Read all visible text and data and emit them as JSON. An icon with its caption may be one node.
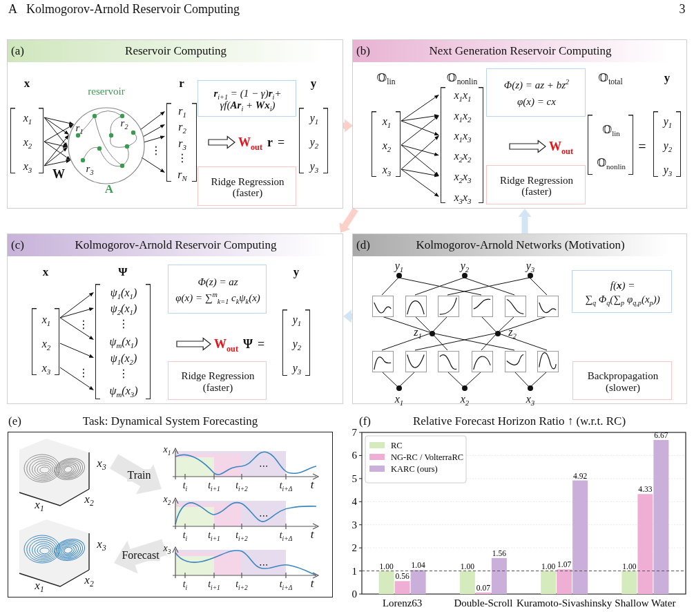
{
  "diagram": {
    "nodes": [
      {
        "text": [
          "(a)",
          "Reservoir Computing"
        ]
      },
      {
        "text": [
          "x",
          "x$_{1}$",
          "x$_{2}$",
          "x$_{3}$"
        ],
        "in": 0
      },
      {
        "text": [
          "reservoir",
          "r$_{1}$",
          "r$_{2}$",
          "r$_{3}$",
          "A"
        ],
        "in": 0
      },
      {
        "text": [
          "r",
          "r$_{1}$",
          "r$_{2}$",
          "r$_{3}$",
          "⋮",
          "r$_{N}$"
        ],
        "in": 0
      },
      {
        "text": [
          "**r**$_{i+1}$ = (1 − γ)**r**$_{i}$+",
          "γf(**Ar**$_{i}$ + **Wx**$_{i}$)"
        ],
        "in": 0
      },
      {
        "text": [
          "W$_{out}$",
          "r",
          "="
        ],
        "in": 0
      },
      {
        "text": [
          "Ridge Regression (faster)"
        ],
        "in": 0
      },
      {
        "text": [
          "y",
          "y$_{1}$",
          "y$_{2}$",
          "y$_{3}$"
        ],
        "in": 0
      },
      {
        "text": [
          "(b)",
          "Next Generation Reservoir Computing"
        ]
      },
      {
        "text": [
          "𝕆$_{lin}$",
          "x$_{1}$",
          "x$_{2}$",
          "x$_{3}$"
        ],
        "in": 8
      },
      {
        "text": [
          "𝕆$_{nonlin}$",
          "x$_{1}$x$_{1}$",
          "x$_{1}$x$_{2}$",
          "x$_{1}$x$_{3}$",
          "x$_{2}$x$_{2}$",
          "x$_{2}$x$_{3}$",
          "x$_{3}$x$_{3}$"
        ],
        "in": 8
      },
      {
        "text": [
          "Φ(z) = az + bz$^{2}$",
          "φ(x) = cx"
        ],
        "in": 8
      },
      {
        "text": [
          "W$_{out}$"
        ],
        "in": 8
      },
      {
        "text": [
          "Ridge Regression (faster)"
        ],
        "in": 8
      },
      {
        "text": [
          "𝕆$_{total}$",
          "𝕆$_{lin}$",
          "𝕆$_{nonlin}$"
        ],
        "in": 8
      },
      {
        "text": [
          "y",
          "y$_{1}$",
          "y$_{2}$",
          "y$_{3}$"
        ],
        "in": 8
      },
      {
        "text": [
          "(c)",
          "Kolmogorov-Arnold Reservoir Computing"
        ]
      },
      {
        "text": [
          "x",
          "x$_{1}$",
          "x$_{2}$",
          "x$_{3}$"
        ],
        "in": 16
      },
      {
        "text": [
          "Ψ",
          "ψ$_{1}$(x$_{1}$)",
          "ψ$_{2}$(x$_{1}$)",
          "⋮",
          "ψ$_{m}$(x$_{1}$)",
          "ψ$_{1}$(x$_{2}$)",
          "⋮",
          "ψ$_{m}$(x$_{3}$)"
        ],
        "in": 16
      },
      {
        "text": [
          "Φ(z) = az",
          "φ(x) = ∑$^{m}$$_{k=1}$ c$_{k}$ψ$_{k}$(x)"
        ],
        "in": 16
      },
      {
        "text": [
          "W$_{out}$",
          "Ψ",
          "="
        ],
        "in": 16
      },
      {
        "text": [
          "Ridge Regression (faster)"
        ],
        "in": 16
      },
      {
        "text": [
          "y",
          "y$_{1}$",
          "y$_{2}$",
          "y$_{3}$"
        ],
        "in": 16
      },
      {
        "text": [
          "(d)",
          "Kolmogorov-Arnold Networks (Motivation)"
        ]
      },
      {
        "text": [
          "y$_{1}$"
        ],
        "in": 23
      },
      {
        "text": [
          "y$_{2}$"
        ],
        "in": 23
      },
      {
        "text": [
          "y$_{3}$"
        ],
        "in": 23
      },
      {
        "text": [],
        "shape": "box",
        "in": 23
      },
      {
        "text": [],
        "shape": "box",
        "in": 23
      },
      {
        "text": [],
        "shape": "box",
        "in": 23
      },
      {
        "text": [],
        "shape": "box",
        "in": 23
      },
      {
        "text": [],
        "shape": "box",
        "in": 23
      },
      {
        "text": [],
        "shape": "box",
        "in": 23
      },
      {
        "text": [
          "z$_{1}$"
        ],
        "in": 23
      },
      {
        "text": [
          "z$_{2}$"
        ],
        "in": 23
      },
      {
        "text": [],
        "shape": "box",
        "in": 23
      },
      {
        "text": [],
        "shape": "box",
        "in": 23
      },
      {
        "text": [],
        "shape": "box",
        "in": 23
      },
      {
        "text": [],
        "shape": "box",
        "in": 23
      },
      {
        "text": [],
        "shape": "box",
        "in": 23
      },
      {
        "text": [],
        "shape": "box",
        "in": 23
      },
      {
        "text": [
          "x$_{1}$"
        ],
        "in": 23
      },
      {
        "text": [
          "x$_{2}$"
        ],
        "in": 23
      },
      {
        "text": [
          "x$_{3}$"
        ],
        "in": 23
      },
      {
        "text": [
          "f(**x**) =",
          "∑$_{q}$ Φ$_{q}$(∑$_{p}$ φ$_{q,p}$(x$_{p}$))"
        ],
        "in": 23
      },
      {
        "text": [
          "Backpropagation (slower)"
        ],
        "in": 23
      },
      {
        "text": [
          "(e)",
          "Task: Dynamical System Forecasting"
        ]
      },
      {
        "text": [
          "x$_{3}$",
          "x$_{2}$",
          "x$_{1}$"
        ],
        "in": 46
      },
      {
        "text": [
          "x$_{1}$",
          "t$_{i}$",
          "t$_{i+1}$",
          "t$_{i+2}$",
          "⋯",
          "t$_{i+Δ}$",
          "t"
        ],
        "in": 46
      },
      {
        "text": [
          "x$_{2}$",
          "t$_{i}$",
          "t$_{i+1}$",
          "t$_{i+2}$",
          "⋯",
          "t$_{i+Δ}$",
          "t"
        ],
        "in": 46
      },
      {
        "text": [
          "x$_{3}$",
          "t$_{i}$",
          "t$_{i+1}$",
          "t$_{i+2}$",
          "⋯",
          "t$_{i+Δ}$",
          "t"
        ],
        "in": 46
      },
      {
        "text": [
          "x$_{3}$",
          "x$_{2}$",
          "x$_{1}$"
        ],
        "in": 46
      }
    ],
    "edges": [
      {
        "from": 0,
        "to": 8,
        "arrow": "to",
        "style": "thick",
        "color": "#fbd0c8"
      },
      {
        "from": 8,
        "to": 16,
        "arrow": "to",
        "style": "thick",
        "color": "#fbd0c8"
      },
      {
        "from": 23,
        "to": 8,
        "arrow": "to",
        "style": "thick",
        "color": "#d3e4f4"
      },
      {
        "from": 23,
        "to": 16,
        "arrow": "to",
        "style": "thick",
        "color": "#d3e4f4"
      },
      {
        "from": 1,
        "to": 2,
        "arrow": "to"
      },
      {
        "from": 1,
        "to": 2,
        "arrow": "to"
      },
      {
        "from": 1,
        "to": 2,
        "arrow": "to"
      },
      {
        "from": 1,
        "to": 2,
        "arrow": "to"
      },
      {
        "from": 1,
        "to": 2,
        "arrow": "to"
      },
      {
        "from": 1,
        "to": 2,
        "arrow": "to"
      },
      {
        "from": 1,
        "to": 2,
        "arrow": "to"
      },
      {
        "from": 1,
        "to": 2,
        "arrow": "to"
      },
      {
        "from": 1,
        "to": 2,
        "arrow": "to"
      },
      {
        "from": 2,
        "to": 3,
        "arrow": "to"
      },
      {
        "from": 2,
        "to": 3,
        "arrow": "to"
      },
      {
        "from": 2,
        "to": 3,
        "arrow": "to"
      },
      {
        "from": 2,
        "to": 3,
        "arrow": "to"
      },
      {
        "from": 9,
        "to": 10,
        "arrow": "to"
      },
      {
        "from": 9,
        "to": 10,
        "arrow": "to"
      },
      {
        "from": 9,
        "to": 10,
        "arrow": "to"
      },
      {
        "from": 9,
        "to": 10,
        "arrow": "to"
      },
      {
        "from": 9,
        "to": 10,
        "arrow": "to"
      },
      {
        "from": 9,
        "to": 10,
        "arrow": "to"
      },
      {
        "from": 9,
        "to": 10,
        "arrow": "to"
      },
      {
        "from": 9,
        "to": 10,
        "arrow": "to"
      },
      {
        "from": 9,
        "to": 10,
        "arrow": "to"
      },
      {
        "from": 17,
        "to": 18,
        "arrow": "to"
      },
      {
        "from": 17,
        "to": 18,
        "arrow": "to"
      },
      {
        "from": 17,
        "to": 18,
        "arrow": "to"
      },
      {
        "from": 17,
        "to": 18,
        "arrow": "to"
      },
      {
        "from": 17,
        "to": 18,
        "arrow": "to"
      },
      {
        "from": 24,
        "to": 27,
        "arrow": "none"
      },
      {
        "from": 24,
        "to": 30,
        "arrow": "none"
      },
      {
        "from": 25,
        "to": 28,
        "arrow": "none"
      },
      {
        "from": 25,
        "to": 31,
        "arrow": "none"
      },
      {
        "from": 26,
        "to": 29,
        "arrow": "none"
      },
      {
        "from": 26,
        "to": 32,
        "arrow": "none"
      },
      {
        "from": 27,
        "to": 33,
        "arrow": "none"
      },
      {
        "from": 28,
        "to": 33,
        "arrow": "none"
      },
      {
        "from": 29,
        "to": 33,
        "arrow": "none"
      },
      {
        "from": 30,
        "to": 34,
        "arrow": "none"
      },
      {
        "from": 31,
        "to": 34,
        "arrow": "none"
      },
      {
        "from": 32,
        "to": 34,
        "arrow": "none"
      },
      {
        "from": 33,
        "to": 35,
        "arrow": "none"
      },
      {
        "from": 33,
        "to": 37,
        "arrow": "none"
      },
      {
        "from": 33,
        "to": 39,
        "arrow": "none"
      },
      {
        "from": 34,
        "to": 36,
        "arrow": "none"
      },
      {
        "from": 34,
        "to": 38,
        "arrow": "none"
      },
      {
        "from": 34,
        "to": 40,
        "arrow": "none"
      },
      {
        "from": 35,
        "to": 41,
        "arrow": "none"
      },
      {
        "from": 36,
        "to": 41,
        "arrow": "none"
      },
      {
        "from": 37,
        "to": 42,
        "arrow": "none"
      },
      {
        "from": 38,
        "to": 42,
        "arrow": "none"
      },
      {
        "from": 39,
        "to": 43,
        "arrow": "none"
      },
      {
        "from": 40,
        "to": 43,
        "arrow": "none"
      },
      {
        "from": 47,
        "to": 48,
        "arrow": "to",
        "label": "Train",
        "style": "thick",
        "color": "#e6e6e6"
      },
      {
        "from": 50,
        "to": 51,
        "arrow": "to",
        "label": "Forecast",
        "style": "thick",
        "color": "#e6e6e6"
      },
      {
        "from": null,
        "to": 5,
        "arrow": "to",
        "style": "thick",
        "color": "#ffffff"
      },
      {
        "from": null,
        "to": 12,
        "arrow": "to",
        "style": "thick",
        "color": "#ffffff"
      },
      {
        "from": null,
        "to": 20,
        "arrow": "to",
        "style": "thick",
        "color": "#ffffff"
      }
    ],
    "labels": [
      "A",
      "Kolmogorov-Arnold Reservoir Computing",
      "3",
      "W",
      "⋮",
      "=",
      "⋮",
      "⋮",
      "(f)"
    ],
    "chart_data": {
      "type": "bar",
      "title": "Relative Forecast Horizon Ratio ↑ (w.r.t. RC)",
      "categories": [
        "Lorenz63",
        "Double-Scroll",
        "Kuramoto-Sivashinsky",
        "Shallow Water"
      ],
      "series": [
        {
          "name": "RC",
          "color": "#d5ebbe",
          "values": [
            1.0,
            1.0,
            1.0,
            1.0
          ],
          "value_labels": [
            "1.00",
            "1.00",
            "1.00",
            "1.00"
          ]
        },
        {
          "name": "NG-RC / VolterraRC",
          "color": "#efafd4",
          "values": [
            0.56,
            0.07,
            1.07,
            4.33
          ],
          "value_labels": [
            "0.56",
            "0.07",
            "1.07",
            "4.33"
          ]
        },
        {
          "name": "KARC (ours)",
          "color": "#c9afd9",
          "values": [
            1.04,
            1.56,
            4.92,
            6.67
          ],
          "value_labels": [
            "1.04",
            "1.56",
            "4.92",
            "6.67"
          ]
        }
      ],
      "ylim": [
        0,
        7
      ],
      "yticks": [
        0,
        1,
        2,
        3,
        4,
        5,
        6,
        7
      ],
      "grid": true,
      "legend": true,
      "ref_lines": [
        {
          "axis": "y",
          "value": 1
        }
      ]
    }
  }
}
